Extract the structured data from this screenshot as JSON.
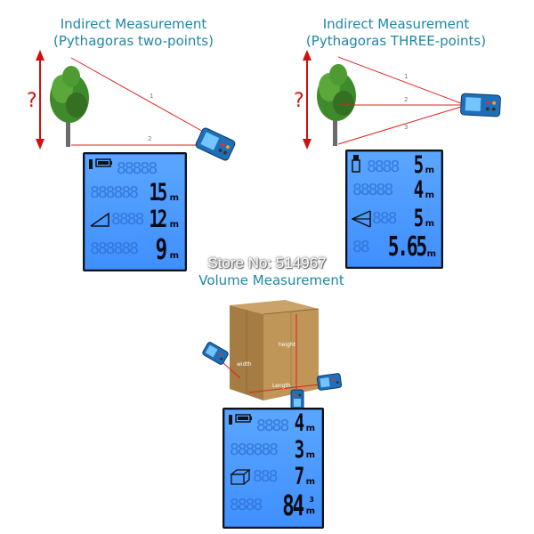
{
  "panels": {
    "two_points": {
      "title_line1": "Indirect Measurement",
      "title_line2": "(Pythagoras two-points)",
      "line_labels": [
        "1",
        "2"
      ],
      "unknown_mark": "?",
      "readings": [
        {
          "value": "15",
          "unit": "m"
        },
        {
          "value": "12",
          "unit": "m"
        },
        {
          "value": "9",
          "unit": "m"
        }
      ]
    },
    "three_points": {
      "title_line1": "Indirect Measurement",
      "title_line2": "(Pythagoras THREE-points)",
      "line_labels": [
        "1",
        "2",
        "3"
      ],
      "unknown_mark": "?",
      "readings": [
        {
          "value": "5",
          "unit": "m"
        },
        {
          "value": "4",
          "unit": "m"
        },
        {
          "value": "5",
          "unit": "m"
        },
        {
          "value": "5.65",
          "unit": "m"
        }
      ]
    },
    "volume": {
      "title": "Volume Measurement",
      "labels": {
        "height": "height",
        "width": "width",
        "length": "Length"
      },
      "readings": [
        {
          "value": "4",
          "unit": "m"
        },
        {
          "value": "3",
          "unit": "m"
        },
        {
          "value": "7",
          "unit": "m"
        },
        {
          "value": "84",
          "unit": "m",
          "superscript": "3"
        }
      ]
    }
  },
  "watermark": "Store No: 514967",
  "colors": {
    "title": "#1f86a8",
    "lcd_bg": "#4a98ff",
    "laser_line": "#e02020",
    "arrow": "#d01010"
  },
  "icons": {
    "tree": "tree-illustration",
    "device": "laser-meter-device",
    "box": "cardboard-box-illustration",
    "battery": "battery-icon",
    "triangle_two": "triangle-two-point-icon",
    "triangle_three": "triangle-three-point-icon",
    "cube": "volume-cube-icon"
  }
}
